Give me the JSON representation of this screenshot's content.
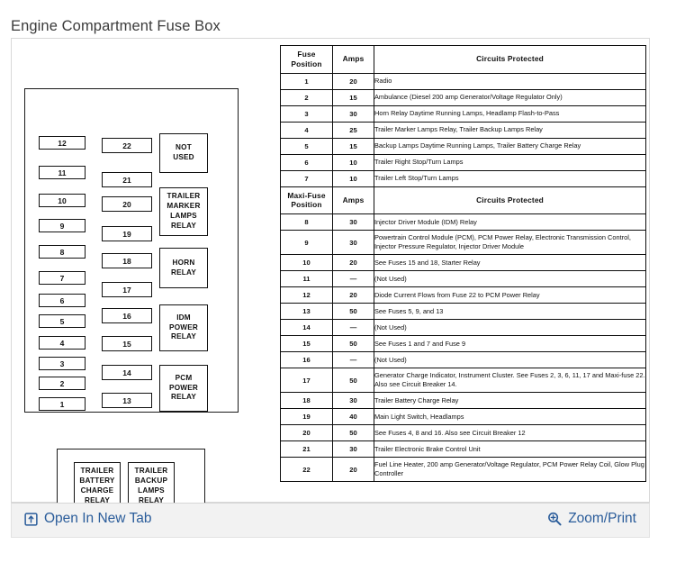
{
  "page": {
    "title": "Engine Compartment Fuse Box"
  },
  "diagram": {
    "name": "engine-compartment-fuse-box-diagram",
    "left_column_fuses": [
      "12",
      "11",
      "10",
      "9",
      "8",
      "7",
      "6",
      "5",
      "4",
      "3",
      "2",
      "1"
    ],
    "middle_column_fuses": [
      "22",
      "21",
      "20",
      "19",
      "18",
      "17",
      "16",
      "15",
      "14",
      "13"
    ],
    "relays": [
      {
        "lines": [
          "NOT",
          "USED"
        ]
      },
      {
        "lines": [
          "TRAILER",
          "MARKER",
          "LAMPS",
          "RELAY"
        ]
      },
      {
        "lines": [
          "HORN",
          "RELAY"
        ]
      },
      {
        "lines": [
          "IDM",
          "POWER",
          "RELAY"
        ]
      },
      {
        "lines": [
          "PCM",
          "POWER",
          "RELAY"
        ]
      }
    ],
    "bottom_relays": [
      {
        "lines": [
          "TRAILER",
          "BATTERY",
          "CHARGE",
          "RELAY"
        ]
      },
      {
        "lines": [
          "TRAILER",
          "BACKUP",
          "LAMPS",
          "RELAY"
        ]
      }
    ]
  },
  "table": {
    "headers": {
      "position": "Fuse\nPosition",
      "position_line1": "Fuse",
      "position_line2": "Position",
      "amps": "Amps",
      "circuits": "Circuits Protected"
    },
    "maxi_headers": {
      "position_line1": "Maxi-Fuse",
      "position_line2": "Position",
      "amps": "Amps",
      "circuits": "Circuits Protected"
    },
    "fuse_rows": [
      {
        "position": "1",
        "amps": "20",
        "circuits": "Radio"
      },
      {
        "position": "2",
        "amps": "15",
        "circuits": "Ambulance (Diesel 200 amp Generator/Voltage Regulator Only)"
      },
      {
        "position": "3",
        "amps": "30",
        "circuits": "Horn Relay  Daytime Running Lamps, Headlamp Flash-to-Pass"
      },
      {
        "position": "4",
        "amps": "25",
        "circuits": "Trailer Marker Lamps  Relay, Trailer Backup Lamps Relay"
      },
      {
        "position": "5",
        "amps": "15",
        "circuits": "Backup Lamps  Daytime Running Lamps, Trailer Battery Charge Relay"
      },
      {
        "position": "6",
        "amps": "10",
        "circuits": "Trailer Right Stop/Turn Lamps"
      },
      {
        "position": "7",
        "amps": "10",
        "circuits": "Trailer Left Stop/Turn Lamps"
      }
    ],
    "maxi_rows": [
      {
        "position": "8",
        "amps": "30",
        "circuits": "Injector Driver Module  (IDM) Relay",
        "tall": false
      },
      {
        "position": "9",
        "amps": "30",
        "circuits": "Powertrain Control Module (PCM), PCM  Power Relay, Electronic Transmission Control, Injector Pressure Regulator, Injector  Driver Module",
        "tall": true
      },
      {
        "position": "10",
        "amps": "20",
        "circuits": "See Fuses 15 and 18, Starter Relay",
        "tall": false
      },
      {
        "position": "11",
        "amps": "—",
        "circuits": "(Not Used)",
        "tall": false
      },
      {
        "position": "12",
        "amps": "20",
        "circuits": "Diode Current Flows from Fuse 22 to PCM Power Relay",
        "tall": false
      },
      {
        "position": "13",
        "amps": "50",
        "circuits": "See Fuses 5, 9, and 13",
        "tall": false
      },
      {
        "position": "14",
        "amps": "—",
        "circuits": "(Not  Used)",
        "tall": false
      },
      {
        "position": "15",
        "amps": "50",
        "circuits": "See Fuses 1 and 7 and Fuse 9",
        "tall": false
      },
      {
        "position": "16",
        "amps": "—",
        "circuits": "(Not Used)",
        "tall": false
      },
      {
        "position": "17",
        "amps": "50",
        "circuits": "Generator Charge Indicator, Instrument Cluster.  See Fuses 2, 3, 6, 11, 17 and Maxi-fuse 22.  Also see Circuit Breaker 14.",
        "tall": true
      },
      {
        "position": "18",
        "amps": "30",
        "circuits": "Trailer Battery Charge Relay",
        "tall": false
      },
      {
        "position": "19",
        "amps": "40",
        "circuits": "Main Light Switch, Headlamps",
        "tall": false
      },
      {
        "position": "20",
        "amps": "50",
        "circuits": "See Fuses 4, 8 and 16. Also see Circuit Breaker 12",
        "tall": false
      },
      {
        "position": "21",
        "amps": "30",
        "circuits": "Trailer Electronic Brake Control Unit",
        "tall": false
      },
      {
        "position": "22",
        "amps": "20",
        "circuits": "Fuel Line Heater, 200 amp Generator/Voltage Regulator, PCM Power Relay Coil, Glow Plug Controller",
        "tall": true
      }
    ]
  },
  "footer": {
    "open_new_tab": "Open In New Tab",
    "zoom_print": "Zoom/Print",
    "link_color": "#2a5c9a"
  }
}
